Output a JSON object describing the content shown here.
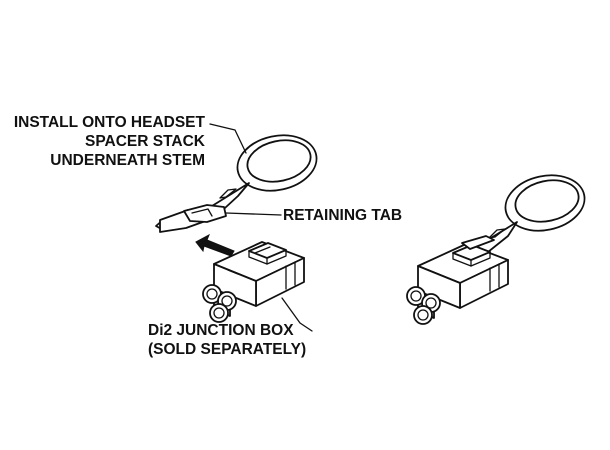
{
  "callouts": {
    "install_line1": "INSTALL ONTO HEADSET",
    "install_line2": "SPACER STACK",
    "install_line3": "UNDERNEATH STEM",
    "retaining_tab": "RETAINING TAB",
    "junction_line1": "Di2 JUNCTION BOX",
    "junction_line2": "(SOLD SEPARATELY)"
  },
  "colors": {
    "ink": "#111111",
    "background": "#ffffff"
  },
  "icons": {
    "install_direction": "up-left-arrow-icon"
  }
}
